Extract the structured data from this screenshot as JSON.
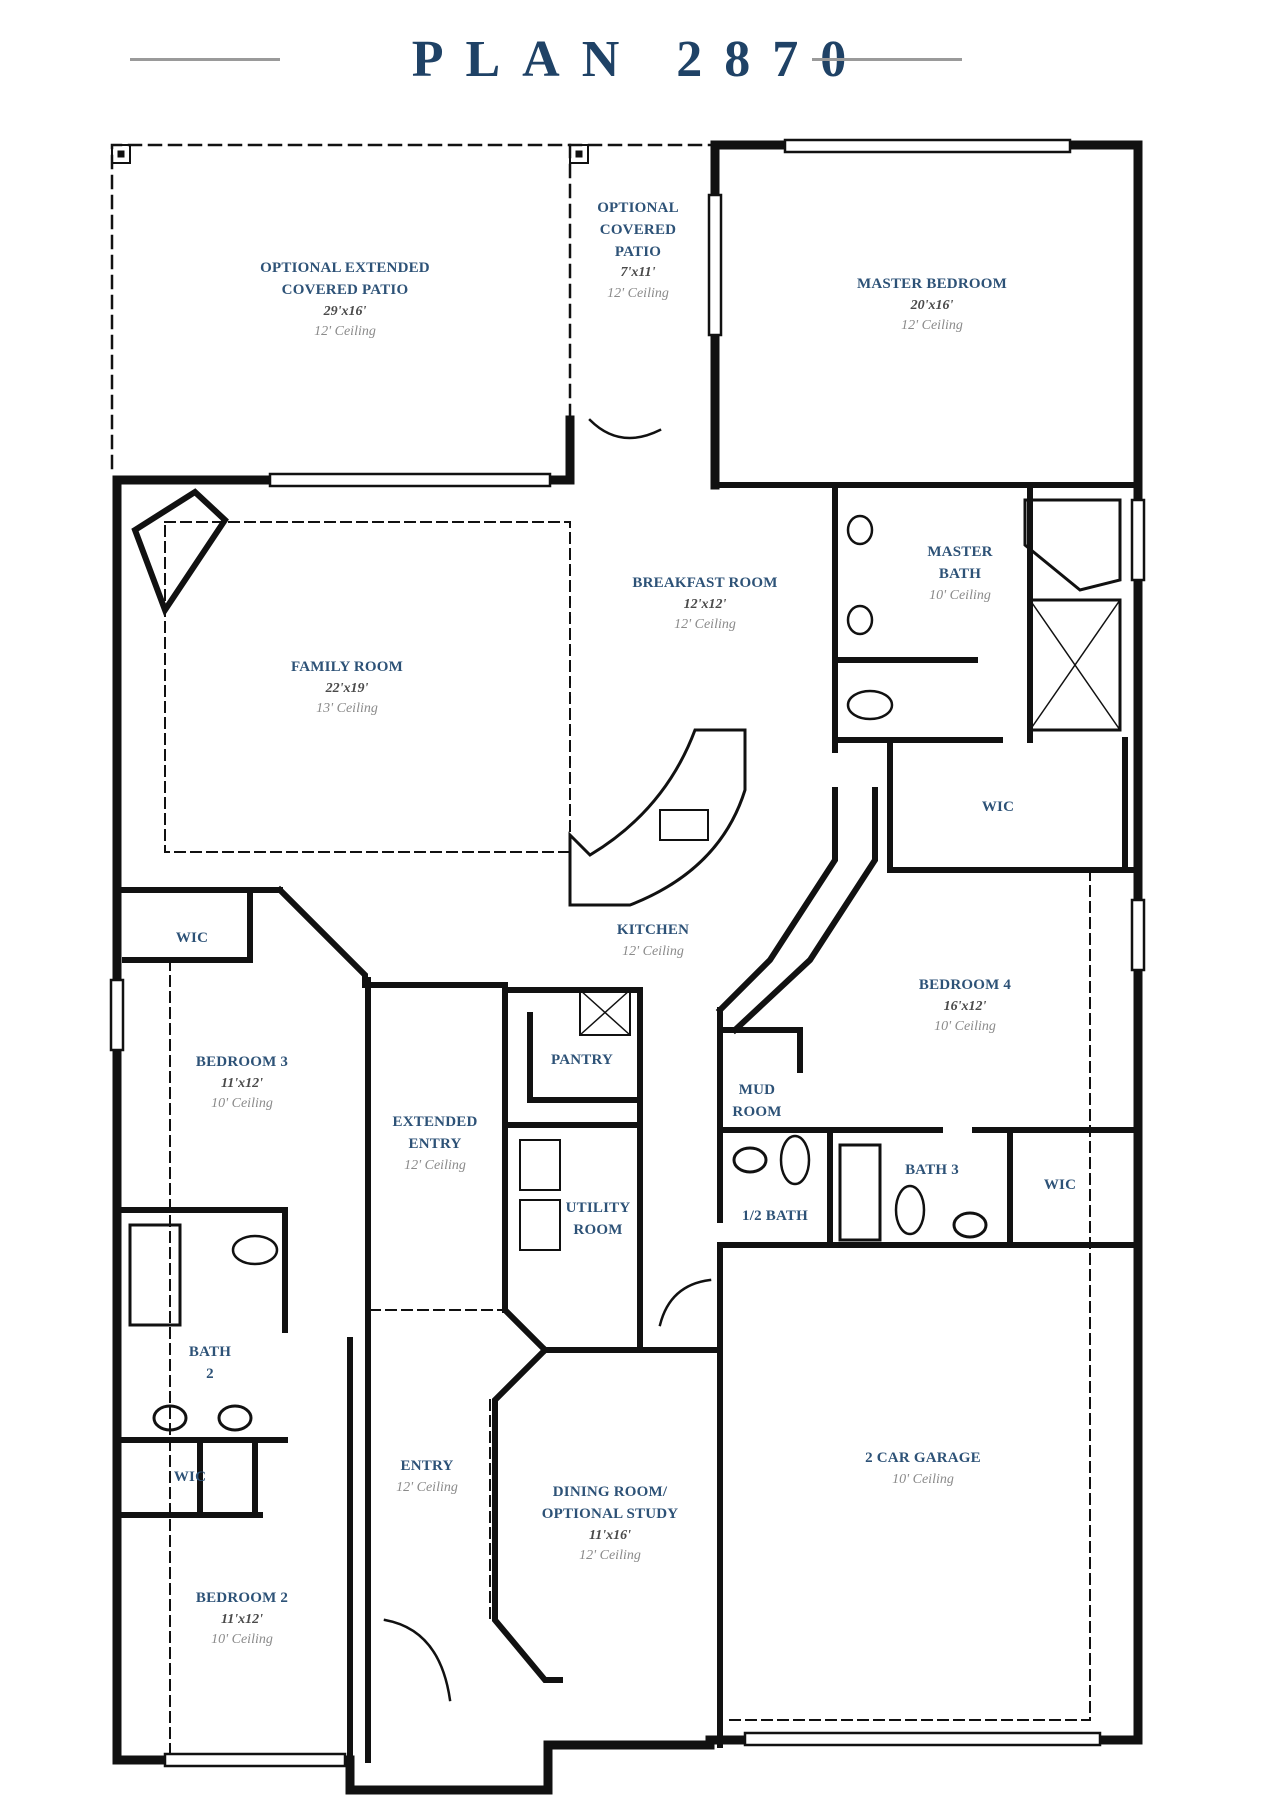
{
  "header": {
    "title": "PLAN 2870"
  },
  "rooms": {
    "ext_patio": {
      "name_1": "OPTIONAL EXTENDED",
      "name_2": "COVERED PATIO",
      "dims": "29'x16'",
      "ceiling": "12' Ceiling"
    },
    "cov_patio": {
      "name_1": "OPTIONAL",
      "name_2": "COVERED",
      "name_3": "PATIO",
      "dims": "7'x11'",
      "ceiling": "12' Ceiling"
    },
    "master_bed": {
      "name": "MASTER BEDROOM",
      "dims": "20'x16'",
      "ceiling": "12' Ceiling"
    },
    "master_bath": {
      "name_1": "MASTER",
      "name_2": "BATH",
      "ceiling": "10' Ceiling"
    },
    "breakfast": {
      "name": "BREAKFAST ROOM",
      "dims": "12'x12'",
      "ceiling": "12' Ceiling"
    },
    "family": {
      "name": "FAMILY ROOM",
      "dims": "22'x19'",
      "ceiling": "13' Ceiling"
    },
    "master_wic": {
      "name": "WIC"
    },
    "kitchen": {
      "name": "KITCHEN",
      "ceiling": "12' Ceiling"
    },
    "bed4": {
      "name": "BEDROOM 4",
      "dims": "16'x12'",
      "ceiling": "10' Ceiling"
    },
    "bed3_wic": {
      "name": "WIC"
    },
    "bed3": {
      "name": "BEDROOM 3",
      "dims": "11'x12'",
      "ceiling": "10' Ceiling"
    },
    "ext_entry": {
      "name_1": "EXTENDED",
      "name_2": "ENTRY",
      "ceiling": "12' Ceiling"
    },
    "pantry": {
      "name": "PANTRY"
    },
    "mud": {
      "name_1": "MUD",
      "name_2": "ROOM"
    },
    "utility": {
      "name_1": "UTILITY",
      "name_2": "ROOM"
    },
    "half_bath": {
      "name": "1/2 BATH"
    },
    "bath3": {
      "name": "BATH 3"
    },
    "bed4_wic": {
      "name": "WIC"
    },
    "bath2": {
      "name_1": "BATH",
      "name_2": "2"
    },
    "bed2_wic": {
      "name": "WIC"
    },
    "entry": {
      "name": "ENTRY",
      "ceiling": "12' Ceiling"
    },
    "dining": {
      "name_1": "DINING ROOM/",
      "name_2": "OPTIONAL STUDY",
      "dims": "11'x16'",
      "ceiling": "12' Ceiling"
    },
    "garage": {
      "name": "2 CAR GARAGE",
      "ceiling": "10' Ceiling"
    },
    "bed2": {
      "name": "BEDROOM 2",
      "dims": "11'x12'",
      "ceiling": "10' Ceiling"
    }
  },
  "colors": {
    "title": "#1f4266",
    "room_label": "#2d5277",
    "ceiling_label": "#8a8a8a",
    "wall": "#111111"
  }
}
